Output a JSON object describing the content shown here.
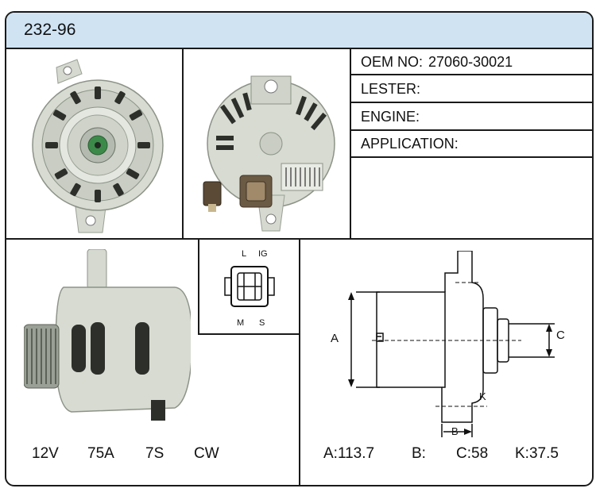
{
  "header": {
    "part_number": "232-96"
  },
  "specs": {
    "oem_label": "OEM NO:",
    "oem_value": "27060-30021",
    "lester_label": "LESTER:",
    "lester_value": "",
    "engine_label": "ENGINE:",
    "engine_value": "",
    "application_label": "APPLICATION:",
    "application_value": ""
  },
  "ratings": {
    "voltage": "12V",
    "amperage": "75A",
    "pulley": "7S",
    "rotation": "CW"
  },
  "connector": {
    "pin_l": "L",
    "pin_ig": "IG",
    "pin_m": "M",
    "pin_s": "S"
  },
  "drawing": {
    "label_a": "A",
    "label_b": "B",
    "label_c": "C",
    "label_k": "K"
  },
  "dimensions": {
    "a": "A:113.7",
    "b": "B:",
    "c": "C:58",
    "k": "K:37.5"
  },
  "colors": {
    "header_bg": "#cfe3f3",
    "border": "#1a1a1a",
    "metal": "#d4d8cf",
    "accent_green": "#3c8a4a"
  }
}
